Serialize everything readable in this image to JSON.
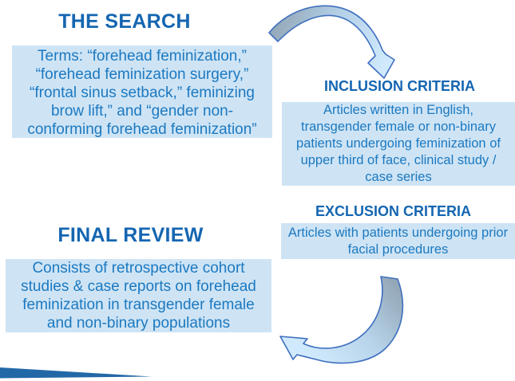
{
  "figure": {
    "search": {
      "title": "THE SEARCH",
      "body": "Terms: “forehead feminization,”\n“forehead feminization surgery,”\n“frontal sinus setback,” feminizing\nbrow lift,” and “gender non-\nconforming forehead feminization”"
    },
    "inclusion": {
      "title": "INCLUSION CRITERIA",
      "body": "Articles written in English,\ntransgender female or non-binary\npatients undergoing feminization of\nupper third of face, clinical study /\ncase series"
    },
    "exclusion": {
      "title": "EXCLUSION CRITERIA",
      "body": "Articles with patients undergoing prior\nfacial procedures"
    },
    "final_review": {
      "title": "FINAL REVIEW",
      "body": "Consists of retrospective cohort\nstudies & case reports on forehead\nfeminization in transgender female\nand non-binary populations"
    }
  },
  "icons": {
    "top_arrow": "curved-arrow-down-right-icon",
    "bottom_arrow": "curved-arrow-up-left-icon",
    "bottom_accent": "bottom-accent-wedge"
  },
  "colors": {
    "heading_blue": "#1566b1",
    "body_text_blue": "#1c79c0",
    "box_fill_light_blue": "#cee4f5",
    "accent_wedge_blue": "#2268a7",
    "arrow_outline_blue": "#3e6fbf",
    "arrow_tail_gray": "#93a7b7",
    "arrow_head_light_blue": "#d0e9fc"
  }
}
